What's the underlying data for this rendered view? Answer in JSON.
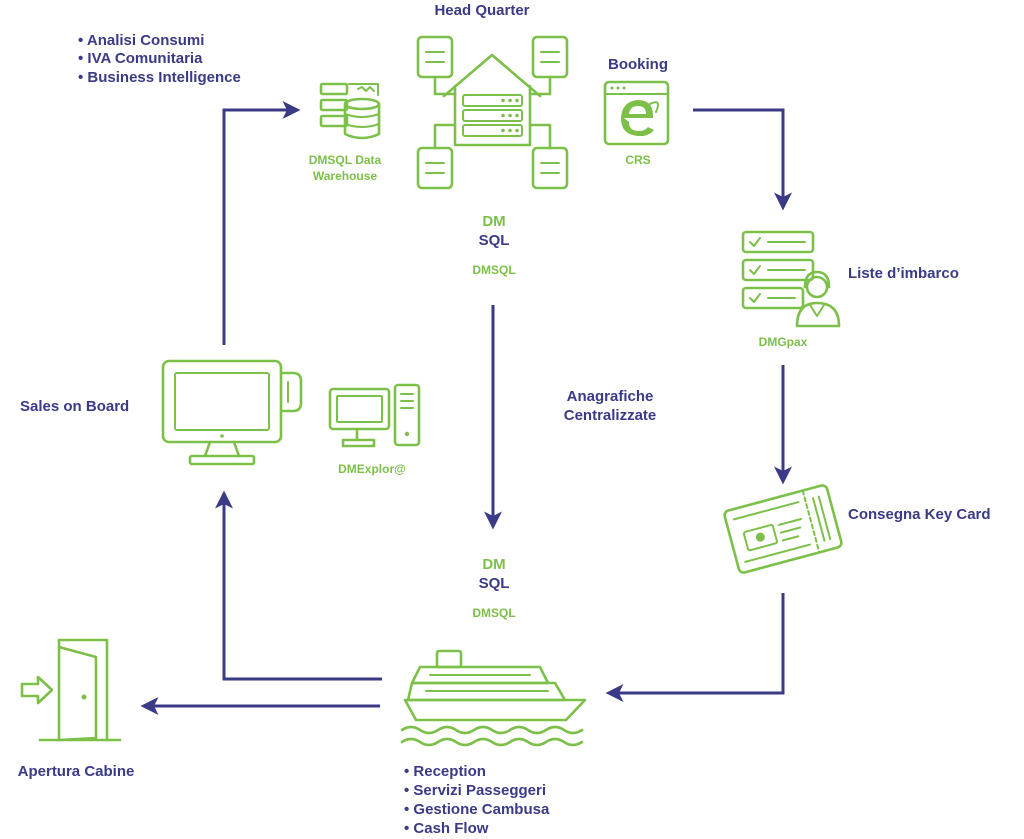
{
  "colors": {
    "navy": "#3a3a86",
    "green": "#7cc04a"
  },
  "hq": {
    "label": "Head Quarter",
    "icon": "network-house-icon"
  },
  "warehouse": {
    "bullets": [
      "• Analisi Consumi",
      "• IVA Comunitaria",
      "• Business Intelligence"
    ],
    "name_line1": "DMSQL Data",
    "name_line2": "Warehouse",
    "icon": "database-server-icon"
  },
  "booking": {
    "label": "Booking",
    "name": "CRS",
    "icon": "browser-e-icon"
  },
  "dmsql_top": {
    "dm": "DM",
    "sql": "SQL",
    "caption": "DMSQL"
  },
  "dmsql_bottom": {
    "dm": "DM",
    "sql": "SQL",
    "caption": "DMSQL"
  },
  "liste": {
    "label": "Liste d’imbarco",
    "name": "DMGpax",
    "icon": "checklist-operator-icon"
  },
  "anagrafiche": {
    "line1": "Anagrafiche",
    "line2": "Centralizzate"
  },
  "keycard": {
    "label": "Consegna Key Card",
    "icon": "key-card-icon"
  },
  "sales": {
    "label": "Sales on Board",
    "icon": "pos-monitor-icon"
  },
  "dmexplora": {
    "label": "DMExplor@",
    "icon": "desktop-computer-icon"
  },
  "cabine": {
    "label": "Apertura Cabine",
    "icon": "door-arrow-icon"
  },
  "ship": {
    "icon": "cruise-ship-icon",
    "bullets": [
      "• Reception",
      "• Servizi Passeggeri",
      "• Gestione Cambusa",
      "• Cash Flow"
    ]
  }
}
